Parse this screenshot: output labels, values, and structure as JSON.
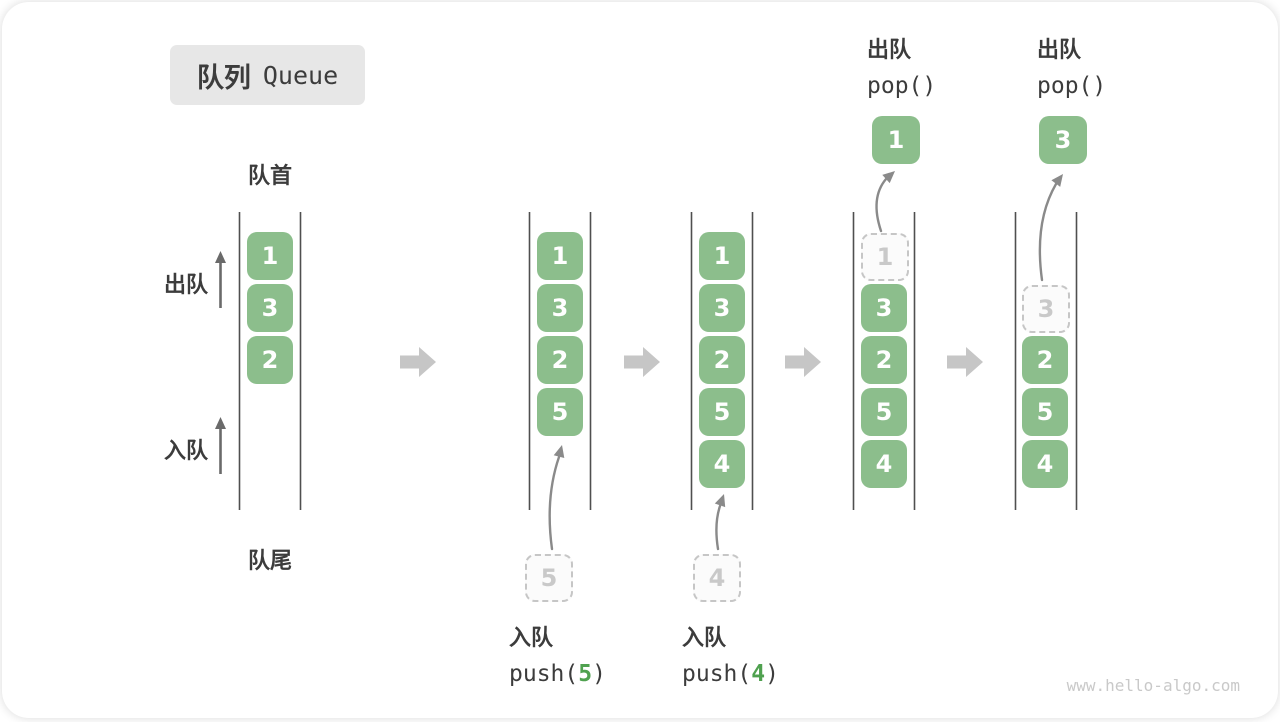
{
  "title": {
    "zh": "队列",
    "en": "Queue"
  },
  "side_labels": {
    "front": "队首",
    "rear": "队尾",
    "dequeue": "出队",
    "enqueue": "入队"
  },
  "watermark": "www.hello-algo.com",
  "colors": {
    "box_green": "#8CBE8C",
    "accent_green": "#4FA14F",
    "title_bg": "#E7E7E7",
    "text_dark": "#3C3C3C",
    "block_arrow_gray": "#C6C6C6",
    "wall_gray": "#4F4F4F",
    "dashed_border_gray": "#C6C6C6",
    "ghost_text_gray": "#C9C9C9",
    "curve_arrow_gray": "#8A8A8A",
    "watermark_gray": "#C9C9C9"
  },
  "states": [
    {
      "boxes": [
        "1",
        "3",
        "2"
      ]
    },
    {
      "boxes": [
        "1",
        "3",
        "2",
        "5"
      ],
      "incoming_value": "5",
      "op": {
        "label": "入队",
        "code_prefix": "push(",
        "code_arg": "5",
        "code_suffix": ")"
      }
    },
    {
      "boxes": [
        "1",
        "3",
        "2",
        "5",
        "4"
      ],
      "incoming_value": "4",
      "op": {
        "label": "入队",
        "code_prefix": "push(",
        "code_arg": "4",
        "code_suffix": ")"
      }
    },
    {
      "ghost_value": "1",
      "boxes": [
        "3",
        "2",
        "5",
        "4"
      ],
      "popped_value": "1",
      "op": {
        "label": "出队",
        "code": "pop()"
      }
    },
    {
      "ghost_value": "3",
      "boxes": [
        "2",
        "5",
        "4"
      ],
      "popped_value": "3",
      "op": {
        "label": "出队",
        "code": "pop()"
      }
    }
  ]
}
